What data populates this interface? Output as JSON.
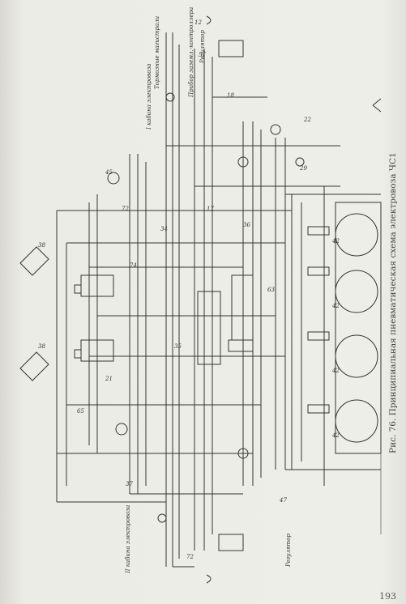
{
  "caption": "Рис. 76. Принципиальная пневматическая схема электровоза ЧС1",
  "page_number": "193",
  "labels": {
    "rezervuar": "Резервуар",
    "electrovoz1": "I кабина электровоза",
    "electrovoz2": "II кабина электровоза",
    "toplivo": "Тормозные магистрали",
    "pribory": "Прибор заземл.-контроллера",
    "regulator": "Регулятор"
  }
}
